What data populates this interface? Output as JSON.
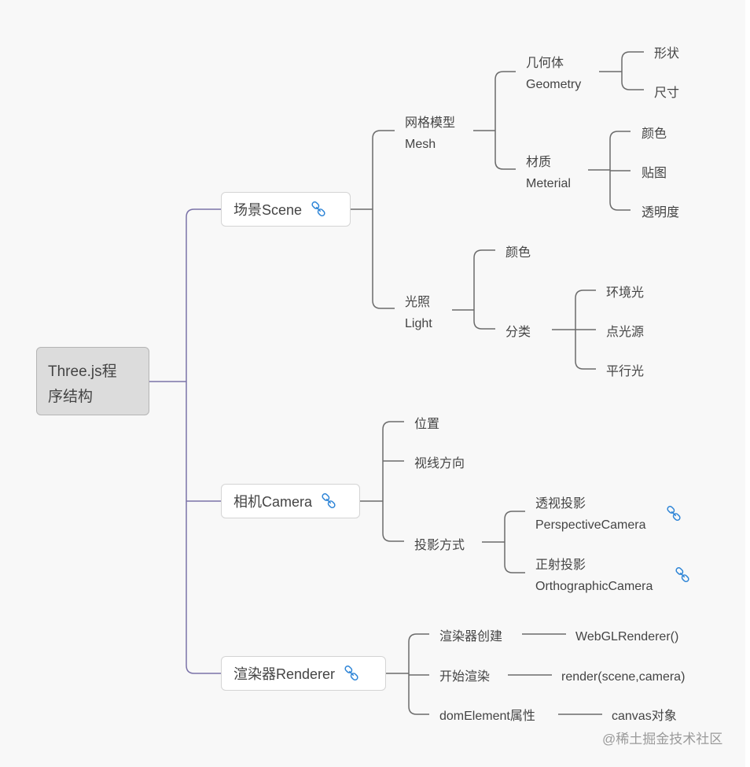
{
  "root": {
    "line1": "Three.js程",
    "line2": "序结构"
  },
  "scene": {
    "label": "场景Scene",
    "mesh": {
      "line1": "网格模型",
      "line2": "Mesh",
      "geometry": {
        "line1": "几何体",
        "line2": "Geometry",
        "children": [
          "形状",
          "尺寸"
        ]
      },
      "material": {
        "line1": "材质",
        "line2": "Meterial",
        "children": [
          "颜色",
          "贴图",
          "透明度"
        ]
      }
    },
    "light": {
      "line1": "光照",
      "line2": "Light",
      "color": "颜色",
      "category": {
        "label": "分类",
        "children": [
          "环境光",
          "点光源",
          "平行光"
        ]
      }
    }
  },
  "camera": {
    "label": "相机Camera",
    "position": "位置",
    "direction": "视线方向",
    "projection": {
      "label": "投影方式",
      "perspective": {
        "line1": "透视投影",
        "line2": "PerspectiveCamera"
      },
      "orthographic": {
        "line1": "正射投影",
        "line2": "OrthographicCamera"
      }
    }
  },
  "renderer": {
    "label": "渲染器Renderer",
    "create": {
      "label": "渲染器创建",
      "value": "WebGLRenderer()"
    },
    "start": {
      "label": "开始渲染",
      "value": "render(scene,camera)"
    },
    "dom": {
      "label": "domElement属性",
      "value": "canvas对象"
    }
  },
  "watermark": "@稀土掘金技术社区",
  "icons": {
    "link": "link-icon"
  },
  "colors": {
    "root_line": "#7a72a8",
    "line": "#6b6b6b",
    "icon": "#2b83d6"
  }
}
